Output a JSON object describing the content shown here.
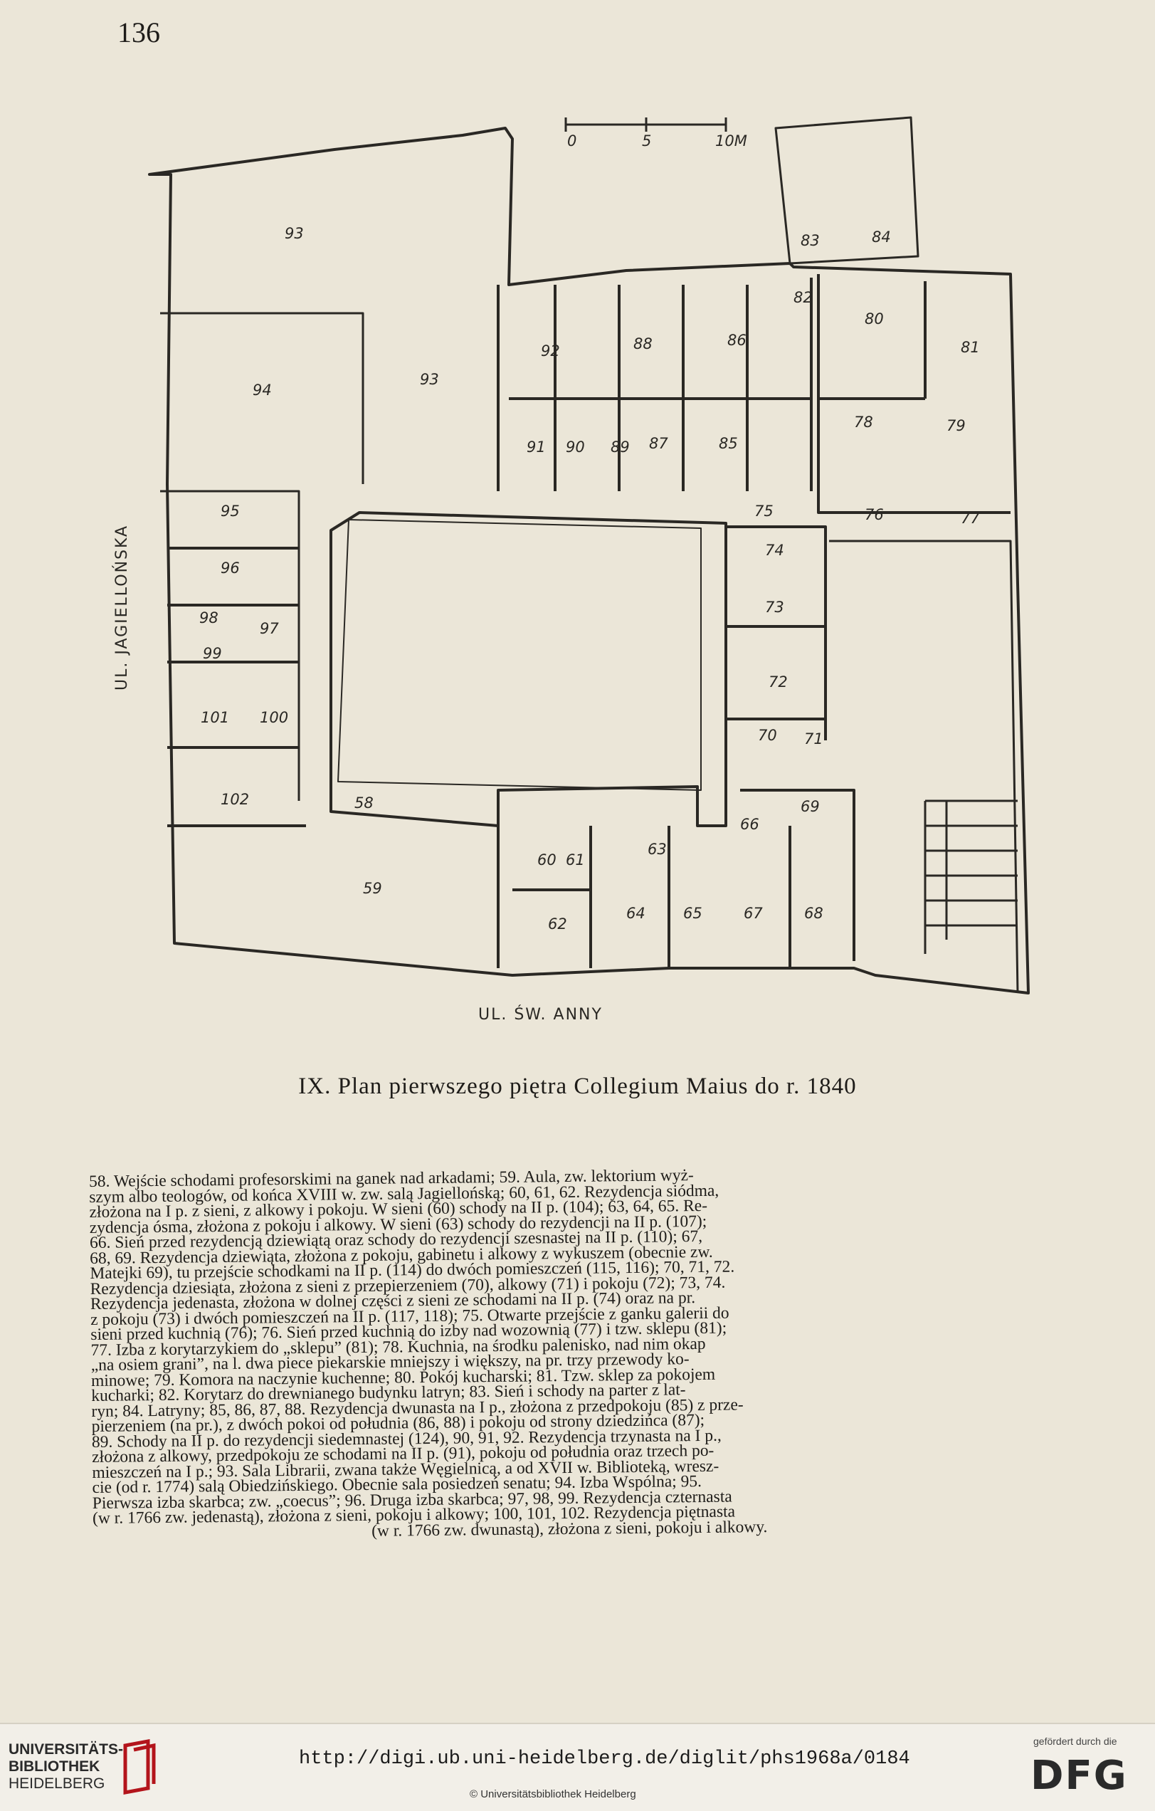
{
  "page_number": "136",
  "plan": {
    "scale_labels": [
      "0",
      "5",
      "10M"
    ],
    "street_west": "UL. JAGIELLOŃSKA",
    "street_south": "UL. ŚW. ANNY",
    "rooms": [
      "93",
      "94",
      "93",
      "95",
      "96",
      "98",
      "97",
      "99",
      "101",
      "100",
      "102",
      "58",
      "59",
      "92",
      "88",
      "86",
      "91",
      "90",
      "89",
      "87",
      "85",
      "83",
      "84",
      "82",
      "80",
      "81",
      "78",
      "79",
      "75",
      "76",
      "77",
      "74",
      "73",
      "72",
      "70",
      "71",
      "69",
      "66",
      "60",
      "61",
      "63",
      "62",
      "64",
      "65",
      "67",
      "68"
    ]
  },
  "caption": "IX. Plan pierwszego piętra Collegium Maius do r. 1840",
  "legend": [
    "58. Wejście schodami profesorskimi na ganek nad arkadami; 59. Aula, zw. lektorium wyż-",
    "szym albo teologów, od końca XVIII w. zw. salą Jagiellońską; 60, 61, 62. Rezydencja siódma,",
    "złożona na I p. z sieni, z alkowy i pokoju. W sieni (60) schody na II p. (104); 63, 64, 65. Re-",
    "zydencja ósma, złożona z pokoju i alkowy. W sieni (63) schody do rezydencji na II p. (107);",
    "66. Sień przed rezydencją dziewiątą oraz schody do rezydencji szesnastej na II p. (110); 67,",
    "68, 69. Rezydencja dziewiąta, złożona z pokoju, gabinetu i alkowy z wykuszem (obecnie zw.",
    "Matejki 69), tu przejście schodkami na II p. (114) do dwóch pomieszczeń (115, 116); 70, 71, 72.",
    "Rezydencja dziesiąta, złożona z sieni z przepierzeniem (70), alkowy (71) i pokoju (72); 73, 74.",
    "Rezydencja jedenasta, złożona w dolnej części z sieni ze schodami na II p. (74) oraz na pr.",
    "z pokoju (73) i dwóch pomieszczeń na II p. (117, 118); 75. Otwarte przejście z ganku galerii do",
    "sieni przed kuchnią (76); 76. Sień przed kuchnią do izby nad wozownią (77) i tzw. sklepu (81);",
    "77. Izba z korytarzykiem do „sklepu” (81); 78. Kuchnia, na środku palenisko, nad nim okap",
    "„na osiem grani”, na l. dwa piece piekarskie mniejszy i większy, na pr. trzy przewody ko-",
    "minowe; 79. Komora na naczynie kuchenne; 80. Pokój kucharski; 81. Tzw. sklep za pokojem",
    "kucharki; 82. Korytarz do drewnianego budynku latryn; 83. Sień i schody na parter z lat-",
    "ryn; 84. Latryny; 85, 86, 87, 88. Rezydencja dwunasta na I p., złożona z przedpokoju (85) z prze-",
    "pierzeniem (na pr.), z dwóch pokoi od południa (86, 88) i pokoju od strony dziedzińca (87);",
    "89. Schody na II p. do rezydencji siedemnastej (124), 90, 91, 92. Rezydencja trzynasta na I p.,",
    "złożona z alkowy, przedpokoju ze schodami na II p. (91), pokoju od południa oraz trzech po-",
    "mieszczeń na I p.; 93. Sala Librarii, zwana także Węgielnicą, a od XVII w. Biblioteką, wresz-",
    "cie (od r. 1774) salą Obiedzińskiego. Obecnie sala posiedzeń senatu; 94. Izba Wspólna; 95.",
    "Pierwsza izba skarbca; zw. „coecus”; 96. Druga izba skarbca; 97, 98, 99. Rezydencja czternasta",
    "(w r. 1766 zw. jedenastą), złożona z sieni, pokoju i alkowy; 100, 101, 102. Rezydencja piętnasta",
    "(w r. 1766 zw. dwunastą), złożona z sieni, pokoju i alkowy."
  ],
  "footer": {
    "library_lines": [
      "UNIVERSITÄTS-",
      "BIBLIOTHEK",
      "HEIDELBERG"
    ],
    "url": "http://digi.ub.uni-heidelberg.de/diglit/phs1968a/0184",
    "copyright": "© Universitätsbibliothek Heidelberg",
    "funding_note": "gefördert durch die",
    "funder_logo": "DFG"
  }
}
